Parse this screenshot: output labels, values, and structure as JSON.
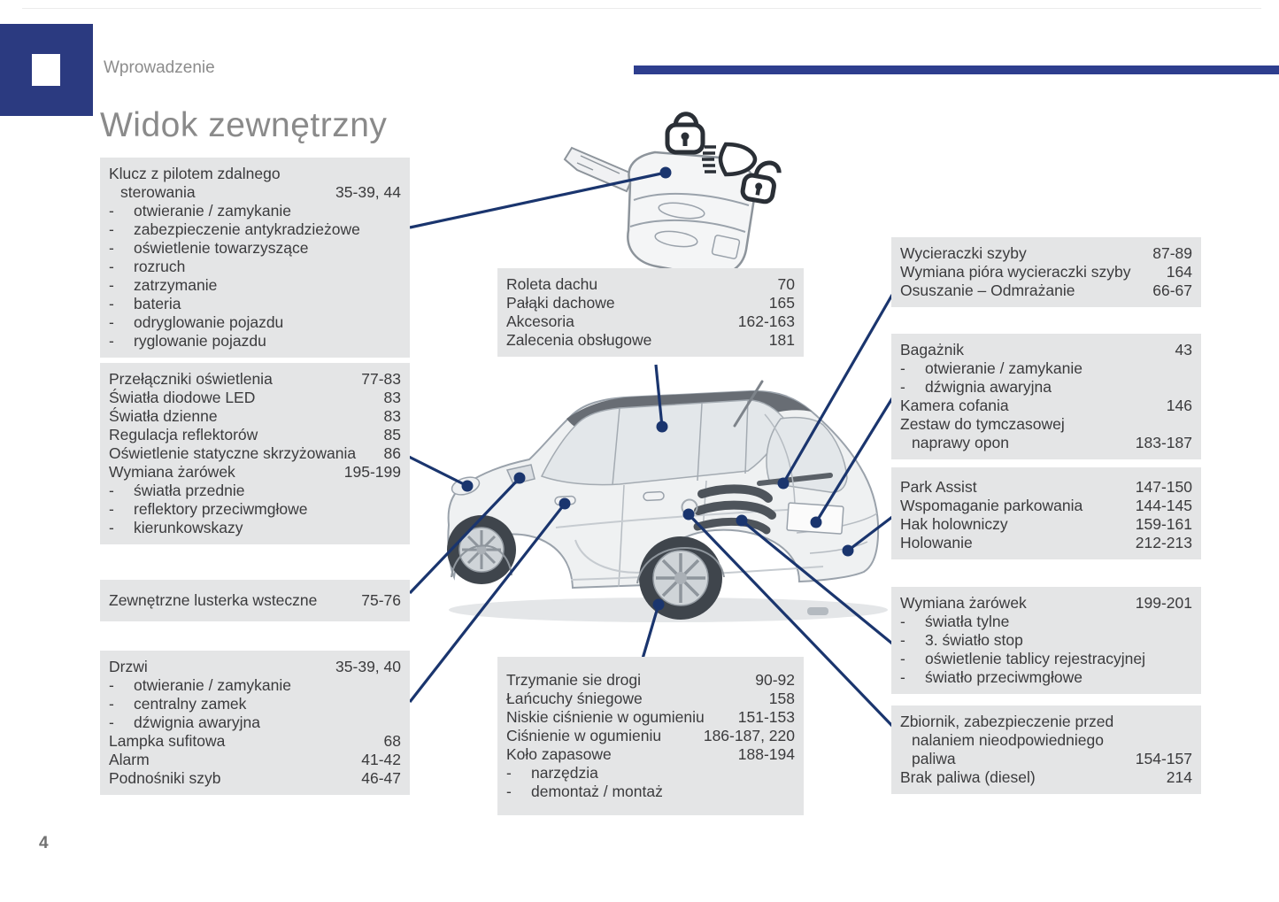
{
  "header": {
    "section": "Wprowadzenie"
  },
  "title": "Widok zewnętrzny",
  "page_number": "4",
  "dash_marker": "-",
  "colors": {
    "logo_blue": "#2b3a80",
    "accent_bar_blue": "#2e3e8e",
    "callout_line_navy": "#1a356e",
    "box_gray": "#e4e5e6",
    "text_gray": "#3b3b3d",
    "title_gray": "#8a8a8a"
  },
  "icons": {
    "key_fob": "remote-key-with-blade",
    "lock_closed": "padlock-locked",
    "headlight": "headlight-beam",
    "lock_open": "padlock-unlocked"
  },
  "boxes": {
    "key_remote": {
      "rows": [
        {
          "t": "Klucz z pilotem zdalnego"
        },
        {
          "t": "sterowania",
          "p": "35-39, 44",
          "w": 1
        },
        {
          "t": "otwieranie / zamykanie",
          "d": 1
        },
        {
          "t": "zabezpieczenie antykradzieżowe",
          "d": 1
        },
        {
          "t": "oświetlenie towarzyszące",
          "d": 1
        },
        {
          "t": "rozruch",
          "d": 1
        },
        {
          "t": "zatrzymanie",
          "d": 1
        },
        {
          "t": "bateria",
          "d": 1
        },
        {
          "t": "odryglowanie pojazdu",
          "d": 1
        },
        {
          "t": "ryglowanie pojazdu",
          "d": 1
        }
      ]
    },
    "lighting": {
      "rows": [
        {
          "t": "Przełączniki oświetlenia",
          "p": "77-83"
        },
        {
          "t": "Światła diodowe LED",
          "p": "83"
        },
        {
          "t": "Światła dzienne",
          "p": "83"
        },
        {
          "t": "Regulacja reflektorów",
          "p": "85"
        },
        {
          "t": "Oświetlenie statyczne skrzyżowania",
          "p": "86"
        },
        {
          "t": "Wymiana żarówek",
          "p": "195-199"
        },
        {
          "t": "światła przednie",
          "d": 1
        },
        {
          "t": "reflektory przeciwmgłowe",
          "d": 1
        },
        {
          "t": "kierunkowskazy",
          "d": 1
        }
      ]
    },
    "mirrors": {
      "rows": [
        {
          "t": "Zewnętrzne lusterka wsteczne",
          "p": "75-76"
        }
      ]
    },
    "doors": {
      "rows": [
        {
          "t": "Drzwi",
          "p": "35-39, 40"
        },
        {
          "t": "otwieranie / zamykanie",
          "d": 1
        },
        {
          "t": "centralny zamek",
          "d": 1
        },
        {
          "t": "dźwignia awaryjna",
          "d": 1
        },
        {
          "t": "Lampka sufitowa",
          "p": "68"
        },
        {
          "t": "Alarm",
          "p": "41-42"
        },
        {
          "t": "Podnośniki szyb",
          "p": "46-47"
        }
      ]
    },
    "roof": {
      "rows": [
        {
          "t": "Roleta dachu",
          "p": "70"
        },
        {
          "t": "Pałąki dachowe",
          "p": "165"
        },
        {
          "t": "Akcesoria",
          "p": "162-163"
        },
        {
          "t": "Zalecenia obsługowe",
          "p": "181"
        }
      ]
    },
    "road_holding": {
      "rows": [
        {
          "t": "Trzymanie sie drogi",
          "p": "90-92"
        },
        {
          "t": "Łańcuchy śniegowe",
          "p": "158"
        },
        {
          "t": "Niskie ciśnienie w ogumieniu",
          "p": "151-153"
        },
        {
          "t": "Ciśnienie w ogumieniu",
          "p": "186-187, 220"
        },
        {
          "t": "Koło zapasowe",
          "p": "188-194"
        },
        {
          "t": "narzędzia",
          "d": 1
        },
        {
          "t": "demontaż / montaż",
          "d": 1
        }
      ]
    },
    "wipers": {
      "rows": [
        {
          "t": "Wycieraczki szyby",
          "p": "87-89"
        },
        {
          "t": "Wymiana pióra wycieraczki szyby",
          "p": "164"
        },
        {
          "t": "Osuszanie – Odmrażanie",
          "p": "66-67"
        }
      ]
    },
    "boot": {
      "rows": [
        {
          "t": "Bagażnik",
          "p": "43"
        },
        {
          "t": "otwieranie / zamykanie",
          "d": 1
        },
        {
          "t": "dźwignia awaryjna",
          "d": 1
        },
        {
          "t": "Kamera cofania",
          "p": "146"
        },
        {
          "t": "Zestaw do tymczasowej"
        },
        {
          "t": "naprawy opon",
          "p": "183-187",
          "w": 1
        }
      ]
    },
    "parking": {
      "rows": [
        {
          "t": "Park Assist",
          "p": "147-150"
        },
        {
          "t": "Wspomaganie parkowania",
          "p": "144-145"
        },
        {
          "t": "Hak holowniczy",
          "p": "159-161"
        },
        {
          "t": "Holowanie",
          "p": "212-213"
        }
      ]
    },
    "bulbs_rear": {
      "rows": [
        {
          "t": "Wymiana żarówek",
          "p": "199-201"
        },
        {
          "t": "światła tylne",
          "d": 1
        },
        {
          "t": "3. światło stop",
          "d": 1
        },
        {
          "t": "oświetlenie tablicy rejestracyjnej",
          "d": 1
        },
        {
          "t": "światło przeciwmgłowe",
          "d": 1
        }
      ]
    },
    "fuel": {
      "rows": [
        {
          "t": "Zbiornik, zabezpieczenie przed"
        },
        {
          "t": "nalaniem nieodpowiedniego",
          "w": 1
        },
        {
          "t": "paliwa",
          "p": "154-157",
          "w": 1
        },
        {
          "t": "Brak paliwa (diesel)",
          "p": "214"
        }
      ]
    }
  }
}
